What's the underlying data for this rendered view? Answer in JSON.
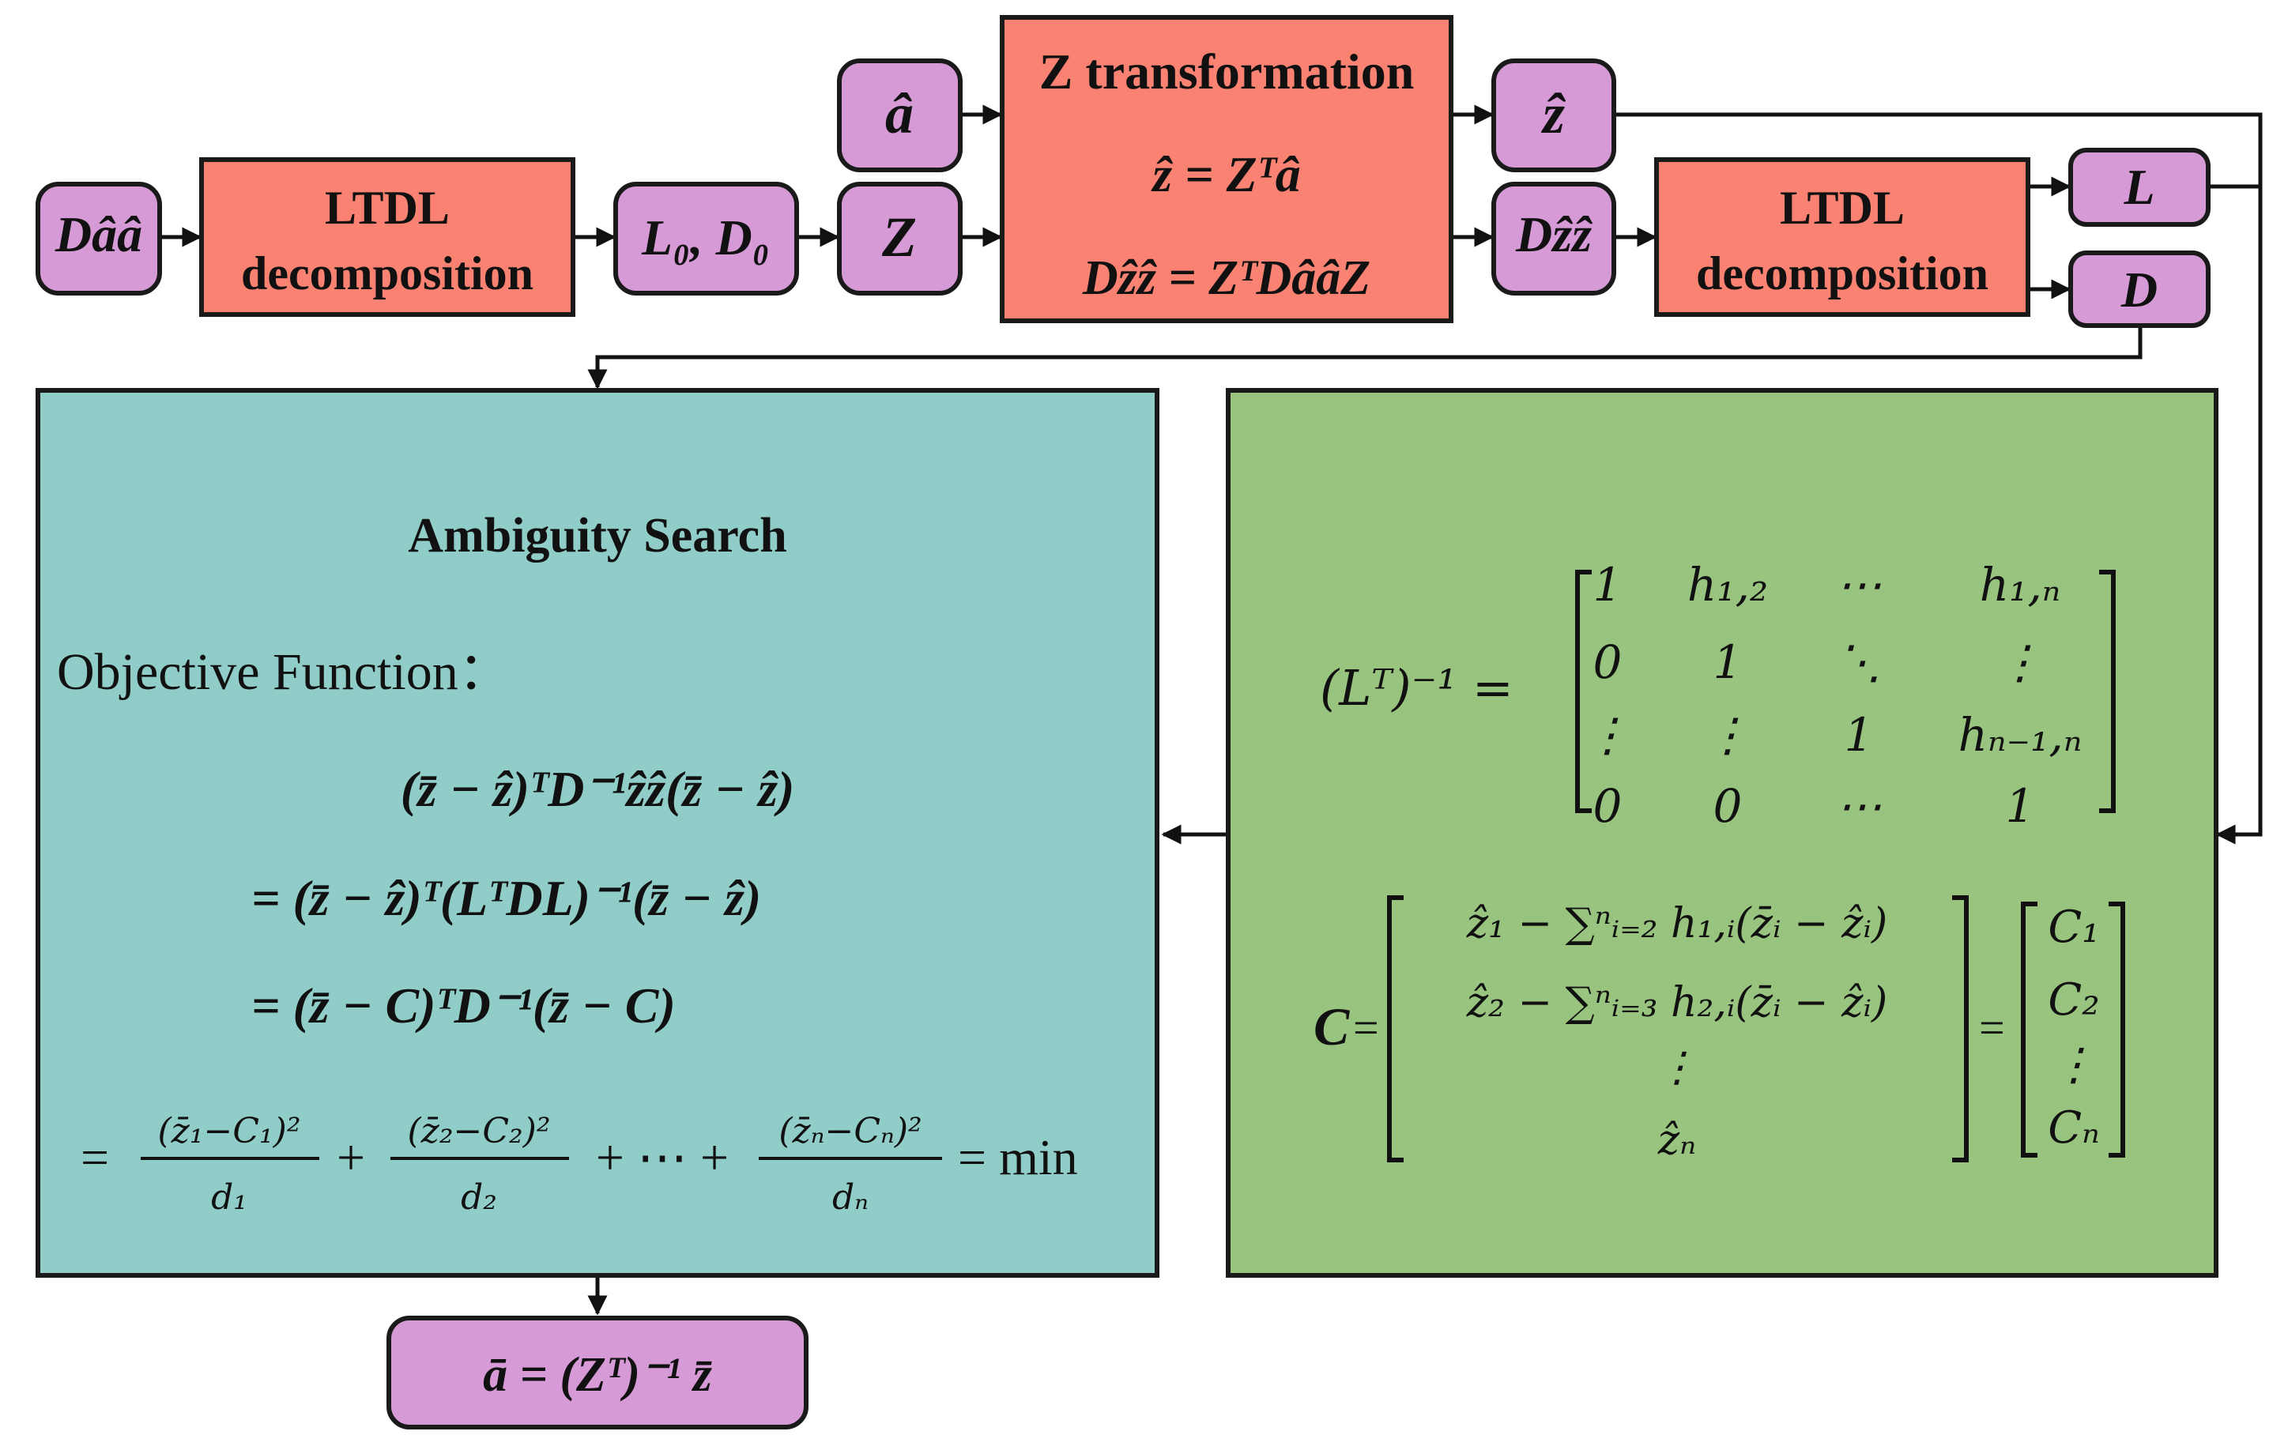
{
  "nodes": {
    "d_aa": "Dââ",
    "ltdl1_line1": "LTDL",
    "ltdl1_line2": "decomposition",
    "l0d0": "L₀, D₀",
    "a_hat": "â",
    "z_mat": "Z",
    "ztrans_title": "Z transformation",
    "ztrans_eq1": "ẑ = Zᵀâ",
    "ztrans_eq2": "Dẑẑ = ZᵀDââZ",
    "z_hat": "ẑ",
    "d_zz": "Dẑẑ",
    "ltdl2_line1": "LTDL",
    "ltdl2_line2": "decomposition",
    "l_out": "L",
    "d_out": "D",
    "result": "ā = (Zᵀ)⁻¹ z̄"
  },
  "search": {
    "title": "Ambiguity Search",
    "objective_label": "Objective Function：",
    "eq1": "(z̄ − ẑ)ᵀD⁻¹ẑẑ(z̄ − ẑ)",
    "eq2": "= (z̄ − ẑ)ᵀ(LᵀDL)⁻¹(z̄ − ẑ)",
    "eq3": "= (z̄ − C)ᵀD⁻¹(z̄ − C)",
    "sum": {
      "lead": "=",
      "t1_num": "(z̄₁−C₁)²",
      "t1_den": "d₁",
      "plus1": "+",
      "t2_num": "(z̄₂−C₂)²",
      "t2_den": "d₂",
      "dots": "+ ⋯ +",
      "tn_num": "(z̄ₙ−Cₙ)²",
      "tn_den": "dₙ",
      "tail": "= min"
    }
  },
  "lmatrix": {
    "lhs": "(Lᵀ)⁻¹ =",
    "cells": [
      [
        "1",
        "h₁,₂",
        "⋯",
        "h₁,ₙ"
      ],
      [
        "0",
        "1",
        "⋱",
        "⋮"
      ],
      [
        "⋮",
        "⋮",
        "1",
        "hₙ₋₁,ₙ"
      ],
      [
        "0",
        "0",
        "⋯",
        "1"
      ]
    ],
    "c_lhs": "C",
    "c_eq": "=",
    "c_rows": [
      "ẑ₁ − ∑ⁿᵢ₌₂ h₁,ᵢ(z̄ᵢ − ẑᵢ)",
      "ẑ₂ − ∑ⁿᵢ₌₃ h₂,ᵢ(z̄ᵢ − ẑᵢ)",
      "⋮",
      "ẑₙ"
    ],
    "c_eq2": "=",
    "c_vec": [
      "C₁",
      "C₂",
      "⋮",
      "Cₙ"
    ]
  }
}
